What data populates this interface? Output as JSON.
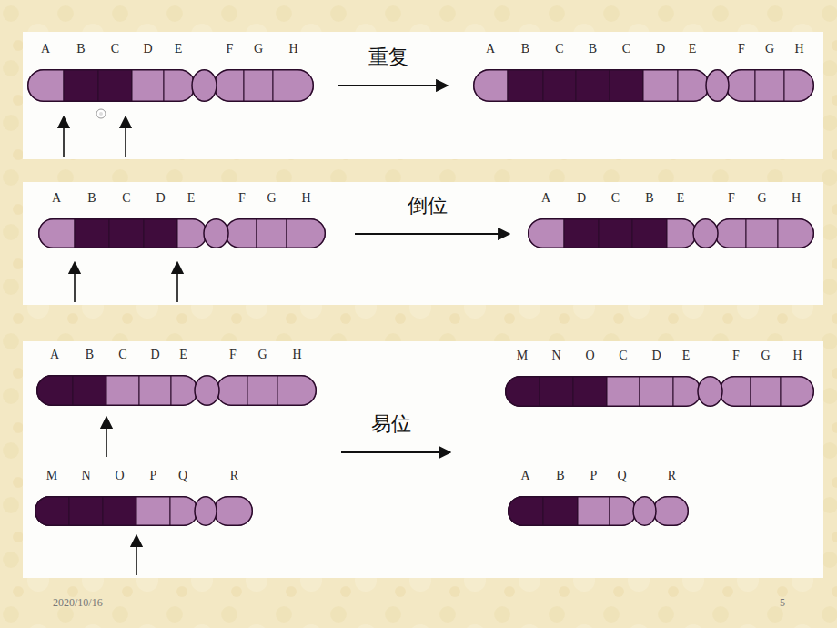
{
  "diagram": {
    "nodes": [
      {
        "text": [
          "A",
          "B",
          "C",
          "D",
          "E",
          "F",
          "G",
          "H"
        ]
      },
      {
        "text": [
          "A",
          "B",
          "C",
          "B",
          "C",
          "D",
          "E",
          "F",
          "G",
          "H"
        ]
      },
      {
        "text": [
          "A",
          "B",
          "C",
          "D",
          "E",
          "F",
          "G",
          "H"
        ]
      },
      {
        "text": [
          "A",
          "D",
          "C",
          "B",
          "E",
          "F",
          "G",
          "H"
        ]
      },
      {
        "text": [
          "A",
          "B",
          "C",
          "D",
          "E",
          "F",
          "G",
          "H"
        ]
      },
      {
        "text": [
          "M",
          "N",
          "O",
          "P",
          "Q",
          "R"
        ]
      },
      {
        "text": [
          "M",
          "N",
          "O",
          "C",
          "D",
          "E",
          "F",
          "G",
          "H"
        ]
      },
      {
        "text": [
          "A",
          "B",
          "P",
          "Q",
          "R"
        ]
      }
    ],
    "edges": [
      {
        "from": 0,
        "to": 1,
        "label": "重复",
        "arrow": "to"
      },
      {
        "from": 2,
        "to": 3,
        "label": "倒位",
        "arrow": "to"
      },
      {
        "from": 4,
        "to": 6,
        "label": "易位",
        "arrow": "to"
      }
    ],
    "labels": [
      "2020/10/16",
      "5"
    ]
  }
}
